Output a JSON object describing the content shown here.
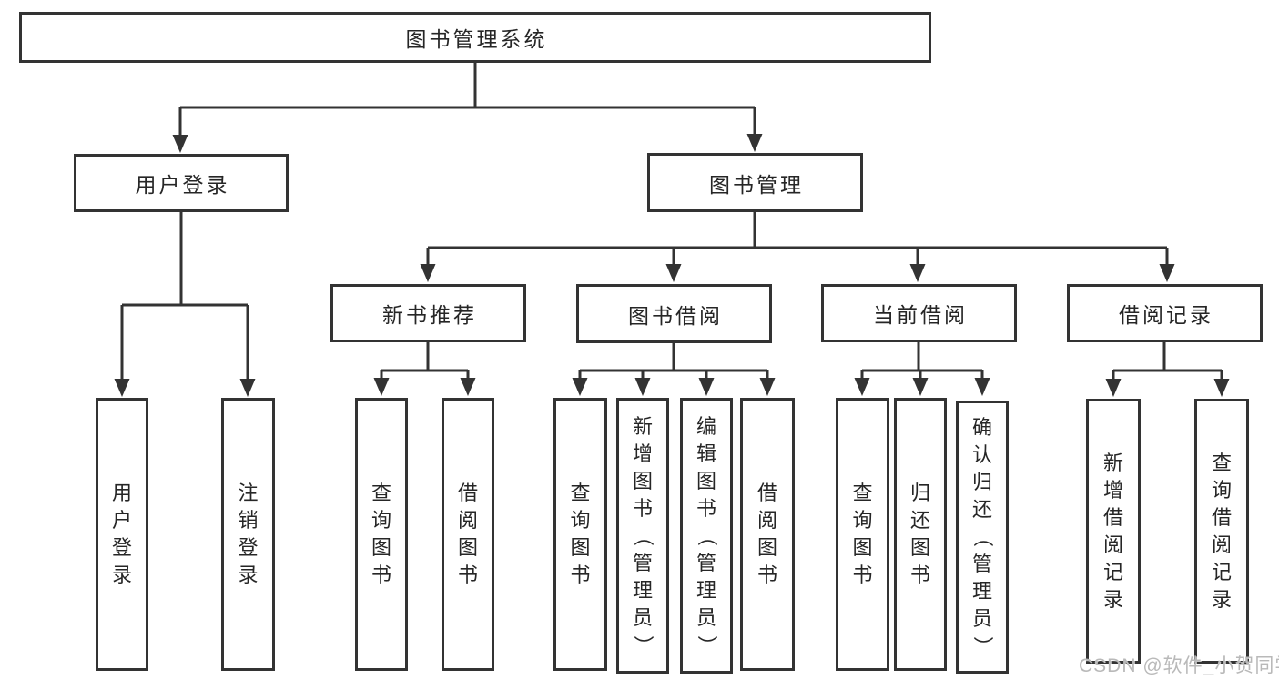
{
  "colors": {
    "line": "#333333",
    "text": "#262626",
    "watermark": "#b9b9b9",
    "background": "#ffffff"
  },
  "watermark": "CSDN @软件_小贺同学",
  "tree": {
    "root": "图书管理系统",
    "children": [
      {
        "label": "用户登录",
        "children": [
          "用户登录",
          "注销登录"
        ]
      },
      {
        "label": "图书管理",
        "children": [
          {
            "label": "新书推荐",
            "children": [
              "查询图书",
              "借阅图书"
            ]
          },
          {
            "label": "图书借阅",
            "children": [
              "查询图书",
              "新增图书（管理员）",
              "编辑图书（管理员）",
              "借阅图书"
            ]
          },
          {
            "label": "当前借阅",
            "children": [
              "查询图书",
              "归还图书",
              "确认归还（管理员）"
            ]
          },
          {
            "label": "借阅记录",
            "children": [
              "新增借阅记录",
              "查询借阅记录"
            ]
          }
        ]
      }
    ]
  }
}
